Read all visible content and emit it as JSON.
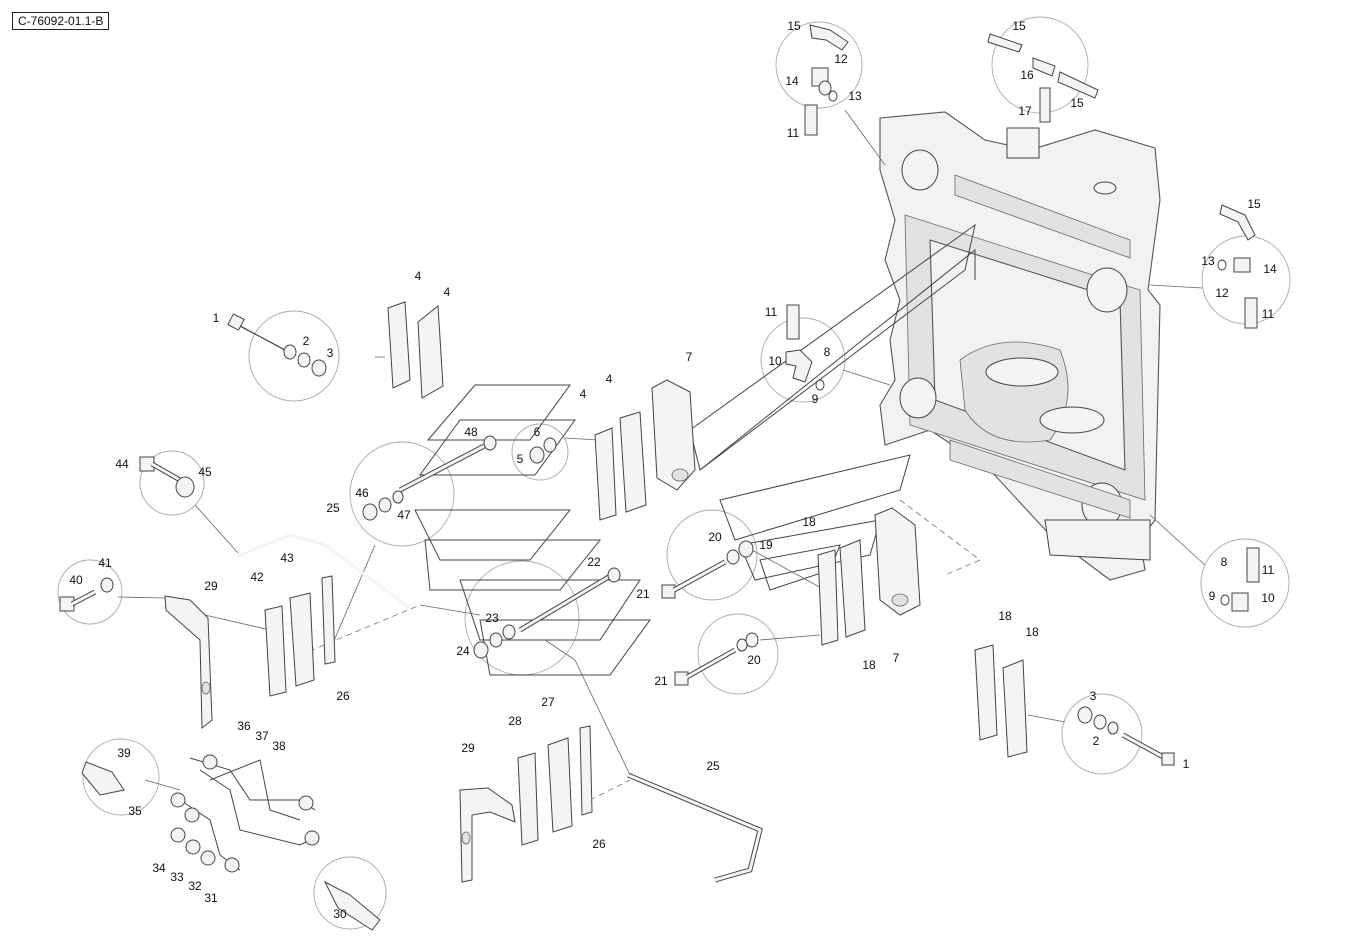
{
  "diagram": {
    "reference_code": "C-76092-01.1-B",
    "callouts": [
      "1",
      "2",
      "3",
      "4",
      "5",
      "6",
      "7",
      "8",
      "9",
      "10",
      "11",
      "12",
      "13",
      "14",
      "15",
      "16",
      "17",
      "18",
      "19",
      "20",
      "21",
      "22",
      "23",
      "24",
      "25",
      "26",
      "27",
      "28",
      "29",
      "30",
      "31",
      "32",
      "33",
      "34",
      "35",
      "36",
      "37",
      "38",
      "39",
      "40",
      "41",
      "42",
      "43",
      "44",
      "45",
      "46",
      "47",
      "48"
    ]
  }
}
